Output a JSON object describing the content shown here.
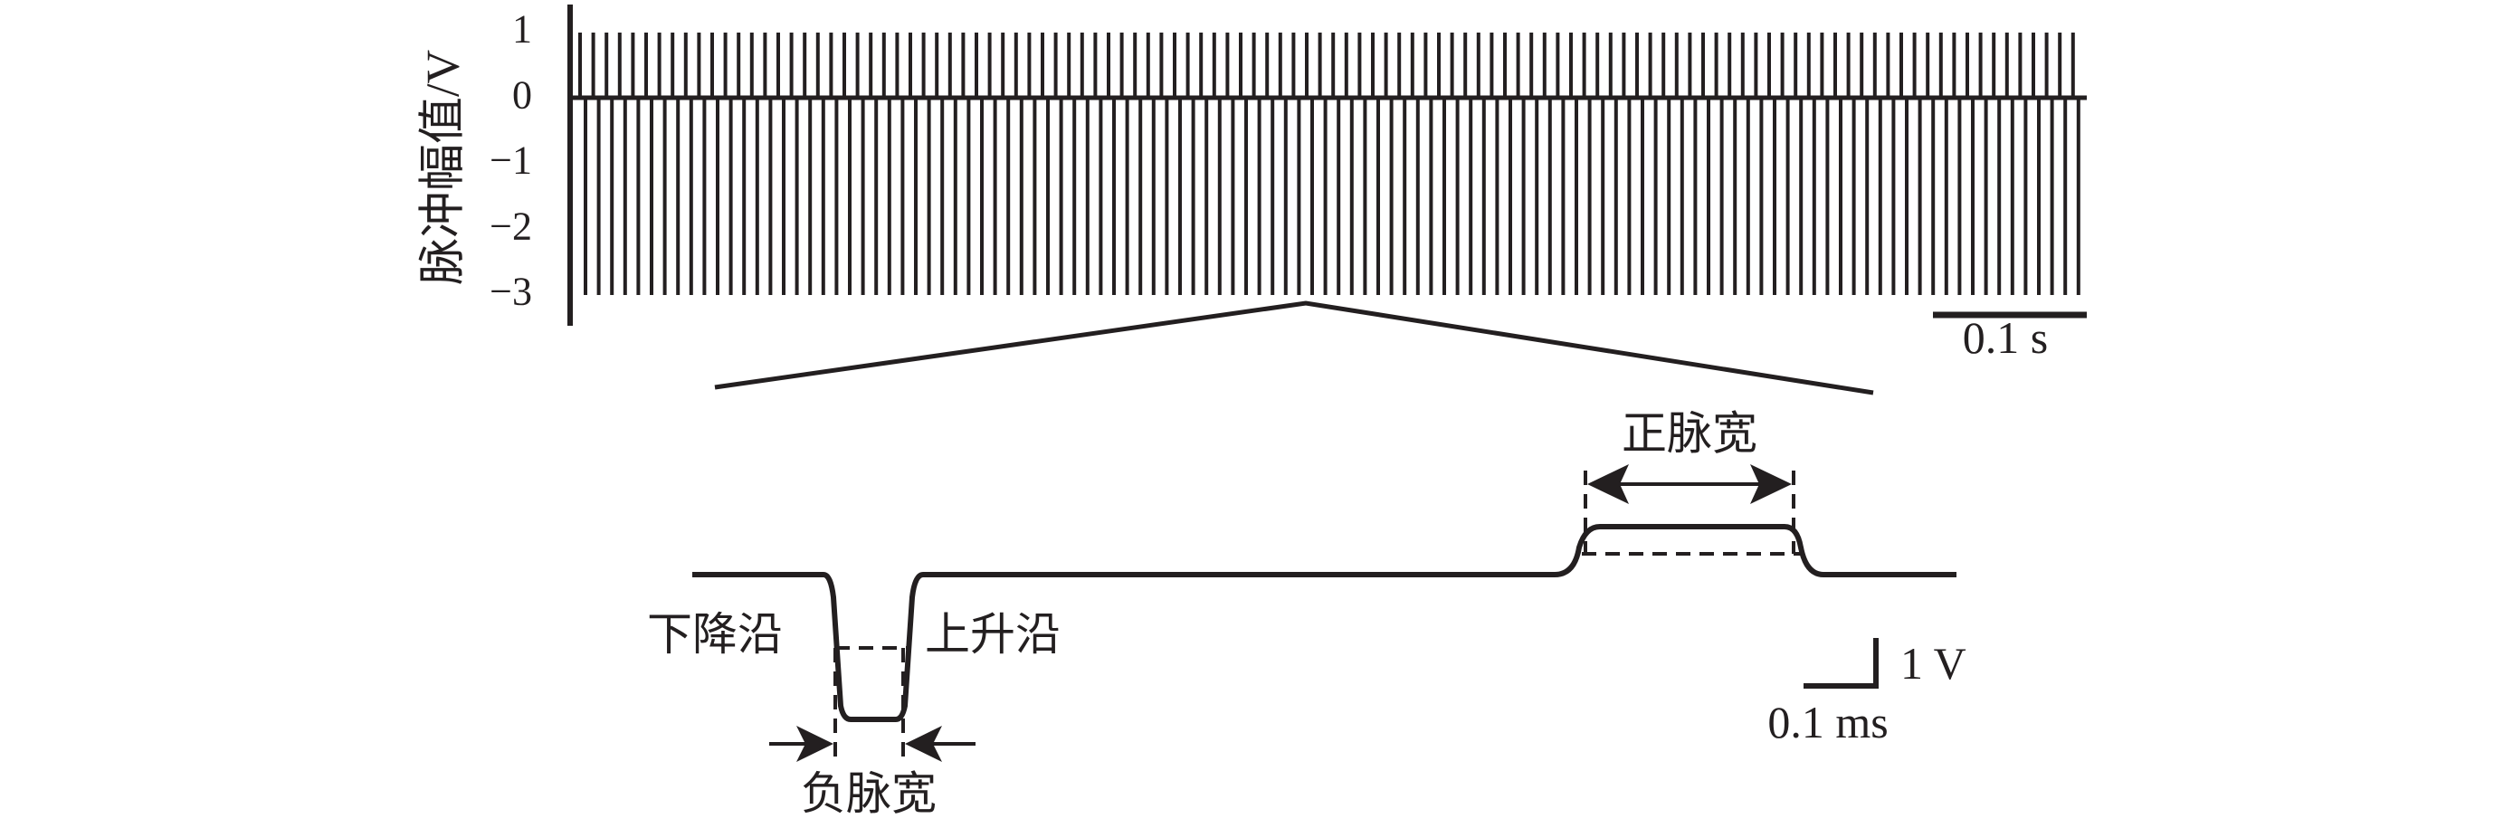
{
  "top_panel": {
    "ylabel": "脉冲幅值/V",
    "yticks": [
      "1",
      "0",
      "−1",
      "−2",
      "−3"
    ],
    "scalebar_label": "0.1 s"
  },
  "zoom_panel": {
    "positive_width_label": "正脉宽",
    "falling_edge_label": "下降沿",
    "rising_edge_label": "上升沿",
    "negative_width_label": "负脉宽",
    "amp_scale_label": "1 V",
    "time_scale_label": "0.1 ms"
  },
  "colors": {
    "ink": "#231f20",
    "background": "#ffffff"
  }
}
